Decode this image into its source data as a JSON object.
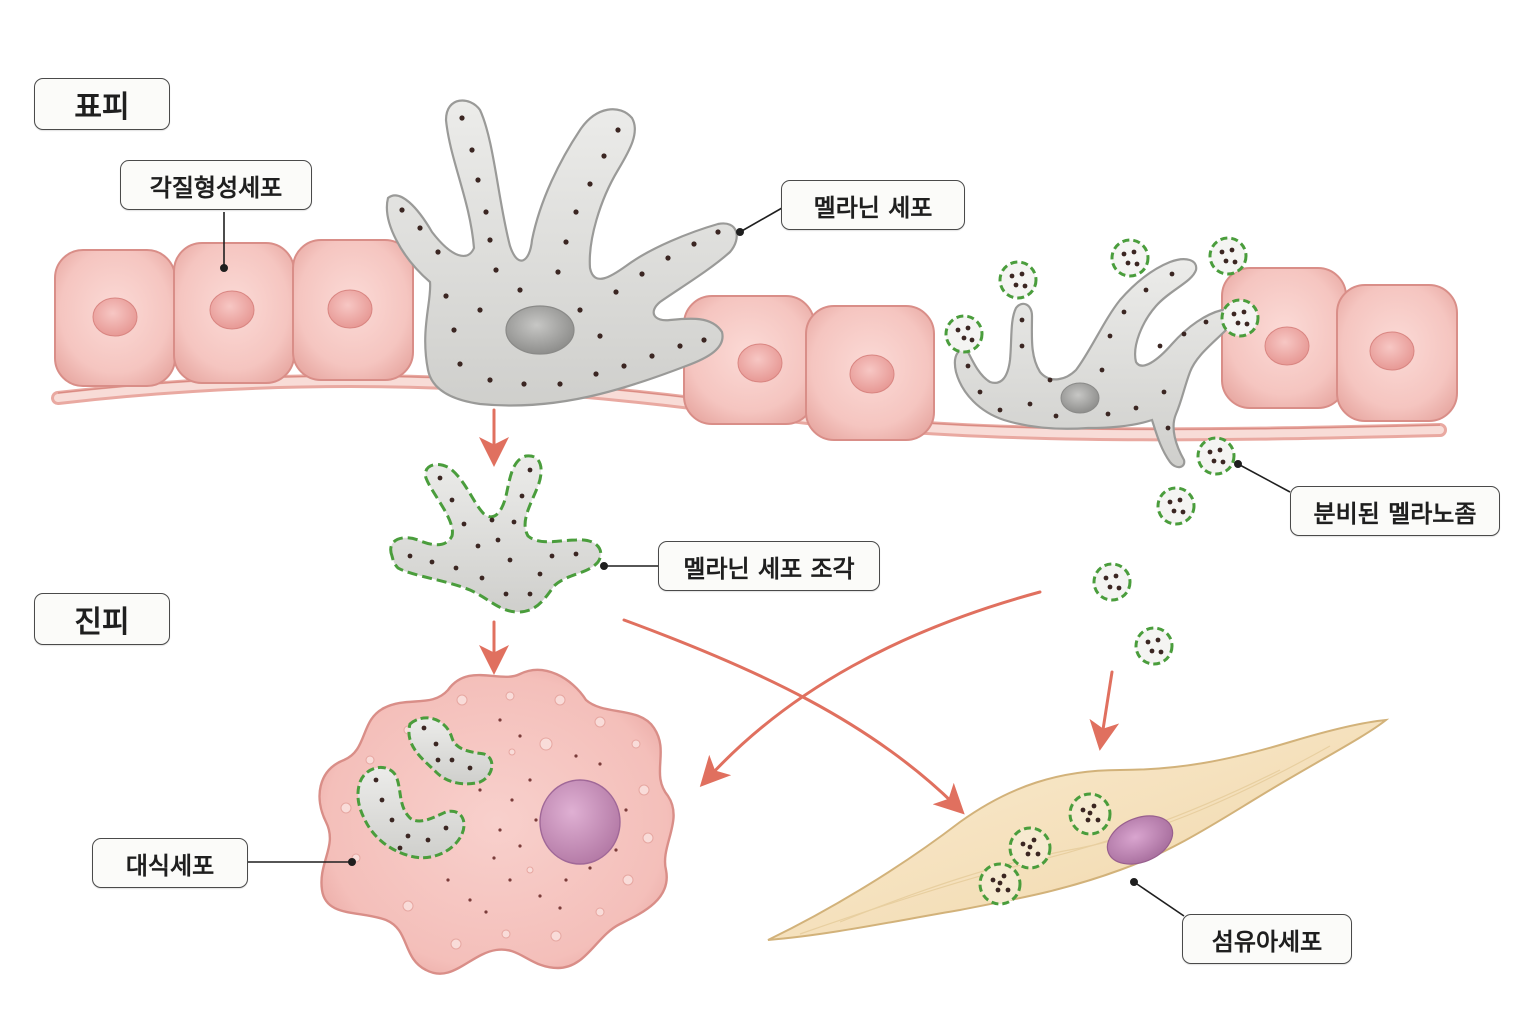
{
  "sections": {
    "epidermis": "표피",
    "dermis": "진피"
  },
  "labels": {
    "keratinocyte": "각질형성세포",
    "melanocyte": "멜라닌 세포",
    "secreted_melanosomes": "분비된 멜라노좀",
    "melanocyte_fragment": "멜라닌 세포 조각",
    "macrophage": "대식세포",
    "fibroblast": "섬유아세포"
  },
  "colors": {
    "keratinocyte_fill": "#f6c6c2",
    "melanocyte_fill": "#d9d9d7",
    "melanin_granule": "#3b2622",
    "melanosome_membrane": "#4a9d3c",
    "macrophage_fill": "#f6c3c0",
    "fibroblast_fill": "#f6e3bc",
    "nucleus_purple": "#c58bb8",
    "arrow": "#e0705f"
  }
}
